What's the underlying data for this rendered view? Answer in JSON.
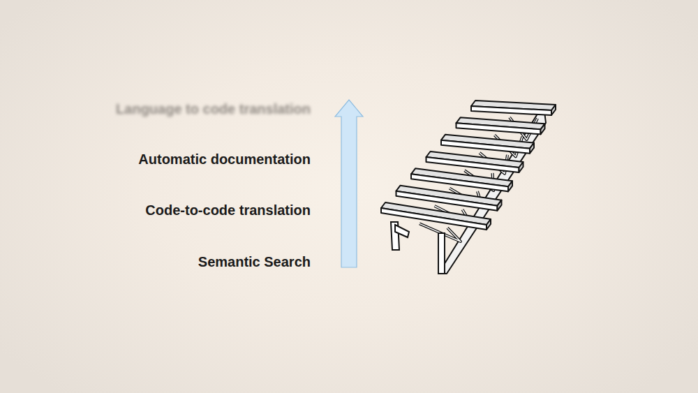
{
  "diagram": {
    "labels": [
      "Language to code translation",
      "Automatic documentation",
      "Code-to-code translation",
      "Semantic Search"
    ]
  }
}
